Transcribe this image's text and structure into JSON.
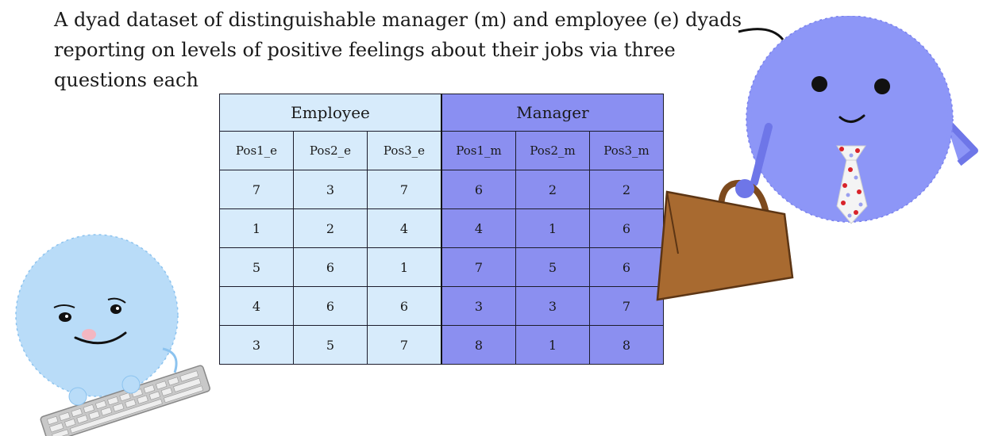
{
  "caption": "A dyad dataset of distinguishable manager (m) and employee (e) dyads reporting on levels of positive feelings about their jobs via three questions each",
  "table": {
    "groups": [
      {
        "label": "Employee",
        "color": "#d7ebfb"
      },
      {
        "label": "Manager",
        "color": "#8a8ff2"
      }
    ],
    "columns": [
      "Pos1_e",
      "Pos2_e",
      "Pos3_e",
      "Pos1_m",
      "Pos2_m",
      "Pos3_m"
    ],
    "rows": [
      [
        "7",
        "3",
        "7",
        "6",
        "2",
        "2"
      ],
      [
        "1",
        "2",
        "4",
        "4",
        "1",
        "6"
      ],
      [
        "5",
        "6",
        "1",
        "7",
        "5",
        "6"
      ],
      [
        "4",
        "6",
        "6",
        "3",
        "3",
        "7"
      ],
      [
        "3",
        "5",
        "7",
        "8",
        "1",
        "8"
      ]
    ]
  },
  "illustrations": {
    "employee": {
      "icon": "fuzzy-employee-creature-with-keyboard",
      "color": "#b9dcf8"
    },
    "manager": {
      "icon": "fuzzy-manager-creature-with-tie-and-briefcase",
      "color": "#8d96f7"
    }
  }
}
